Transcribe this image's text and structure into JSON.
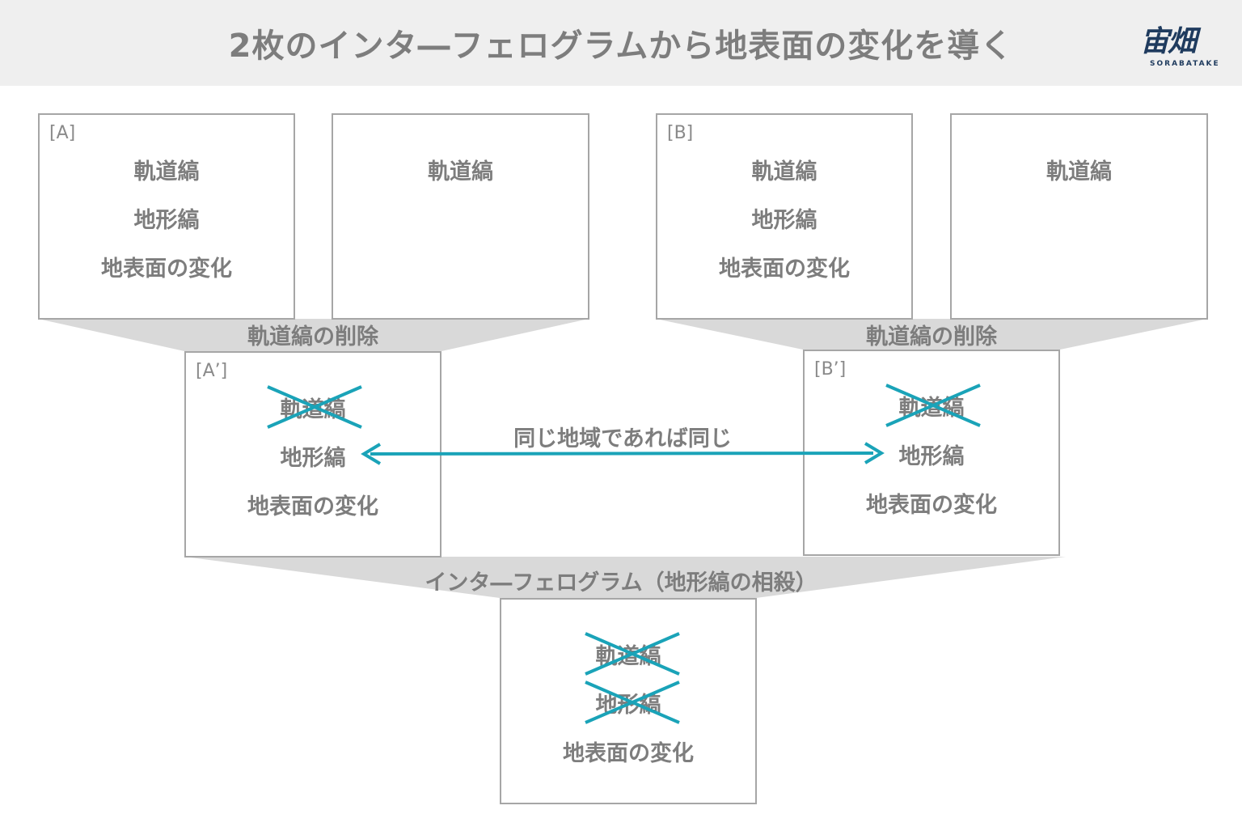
{
  "header": {
    "title": "2枚のインタ―フェログラムから地表面の変化を導く",
    "logo_text": "宙畑",
    "logo_sub": "SORABATAKE"
  },
  "boxes": {
    "a": {
      "label": "[A]",
      "lines": [
        "軌道縞",
        "地形縞",
        "地表面の変化"
      ]
    },
    "a2": {
      "lines": [
        "軌道縞"
      ]
    },
    "b": {
      "label": "[B]",
      "lines": [
        "軌道縞",
        "地形縞",
        "地表面の変化"
      ]
    },
    "b2": {
      "lines": [
        "軌道縞"
      ]
    },
    "ap": {
      "label": "[A’]",
      "lines": [
        "軌道縞",
        "地形縞",
        "地表面の変化"
      ]
    },
    "bp": {
      "label": "[B’]",
      "lines": [
        "軌道縞",
        "地形縞",
        "地表面の変化"
      ]
    },
    "result": {
      "lines": [
        "軌道縞",
        "地形縞",
        "地表面の変化"
      ]
    }
  },
  "captions": {
    "left_removal": "軌道縞の削除",
    "right_removal": "軌道縞の削除",
    "same_region": "同じ地域であれば同じ",
    "interferogram": "インタ―フェログラム（地形縞の相殺）"
  },
  "colors": {
    "accent": "#1aa3b8",
    "box_border": "#a6a6a6",
    "funnel": "#d9d9d9",
    "text": "#7d7d7d",
    "header_bg": "#efefef"
  }
}
